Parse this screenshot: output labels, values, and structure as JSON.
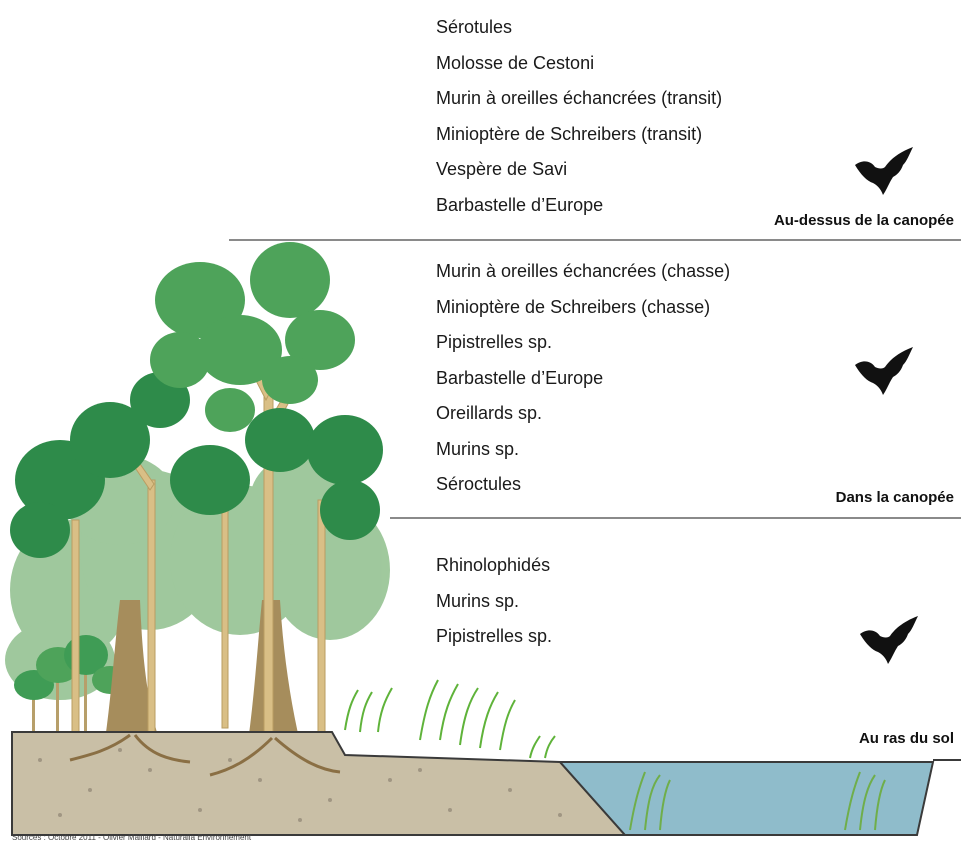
{
  "zones": [
    {
      "label": "Au-dessus de la canopée",
      "species": [
        "Sérotules",
        "Molosse de Cestoni",
        "Murin à oreilles échancrées (transit)",
        "Minioptère de Schreibers (transit)",
        "Vespère de Savi",
        "Barbastelle d’Europe"
      ]
    },
    {
      "label": "Dans la canopée",
      "species": [
        "Murin à oreilles échancrées (chasse)",
        "Minioptère de Schreibers (chasse)",
        "Pipistrelles sp.",
        "Barbastelle d’Europe",
        "Oreillards sp.",
        "Murins sp.",
        "Séroctules"
      ]
    },
    {
      "label": "Au ras du sol",
      "species": [
        "Rhinolophidés",
        "Murins sp.",
        "Pipistrelles sp."
      ]
    }
  ],
  "source": "Sources : Octobre 2011 - Olivier Maillard - Naturalia Environnement",
  "icons": [
    "bat-icon",
    "tree-icon",
    "grass-icon",
    "water-icon"
  ],
  "colors": {
    "divider": "#8a8a8a",
    "foliage_dark": "#2e8b4a",
    "foliage_mid": "#4ea35a",
    "foliage_light": "#8fbf8c",
    "soil": "#c9bfa6",
    "water": "#8fbccb",
    "grass": "#5fb33a"
  }
}
